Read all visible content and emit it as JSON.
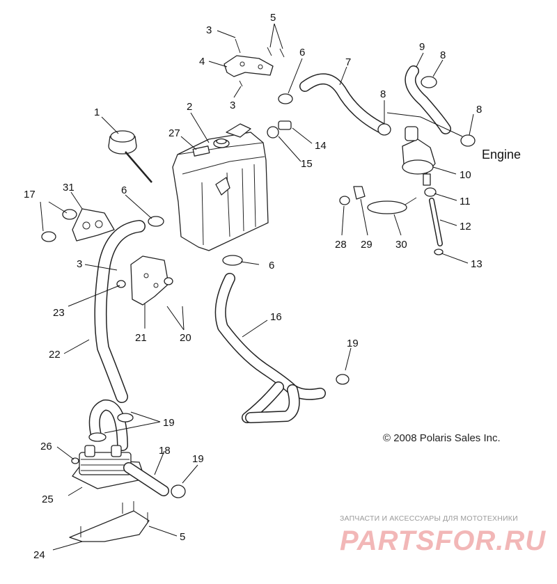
{
  "diagram": {
    "engine_label": "Engine",
    "copyright": "© 2008 Polaris Sales Inc.",
    "watermark_caption": "ЗАПЧАСТИ И АКСЕССУАРЫ ДЛЯ МОТОТЕХНИКИ",
    "watermark_brand": "PARTSFOR.RU",
    "callouts": {
      "c1": "1",
      "c2": "2",
      "c3a": "3",
      "c3b": "3",
      "c3c": "3",
      "c4": "4",
      "c5a": "5",
      "c5b": "5",
      "c6a": "6",
      "c6b": "6",
      "c6c": "6",
      "c7": "7",
      "c8a": "8",
      "c8b": "8",
      "c8c": "8",
      "c9": "9",
      "c10": "10",
      "c11": "11",
      "c12": "12",
      "c13": "13",
      "c14": "14",
      "c15": "15",
      "c16": "16",
      "c17": "17",
      "c18": "18",
      "c19a": "19",
      "c19b": "19",
      "c19c": "19",
      "c20": "20",
      "c21": "21",
      "c22": "22",
      "c23": "23",
      "c24": "24",
      "c25": "25",
      "c26": "26",
      "c27": "27",
      "c28": "28",
      "c29": "29",
      "c30": "30",
      "c31": "31"
    }
  }
}
